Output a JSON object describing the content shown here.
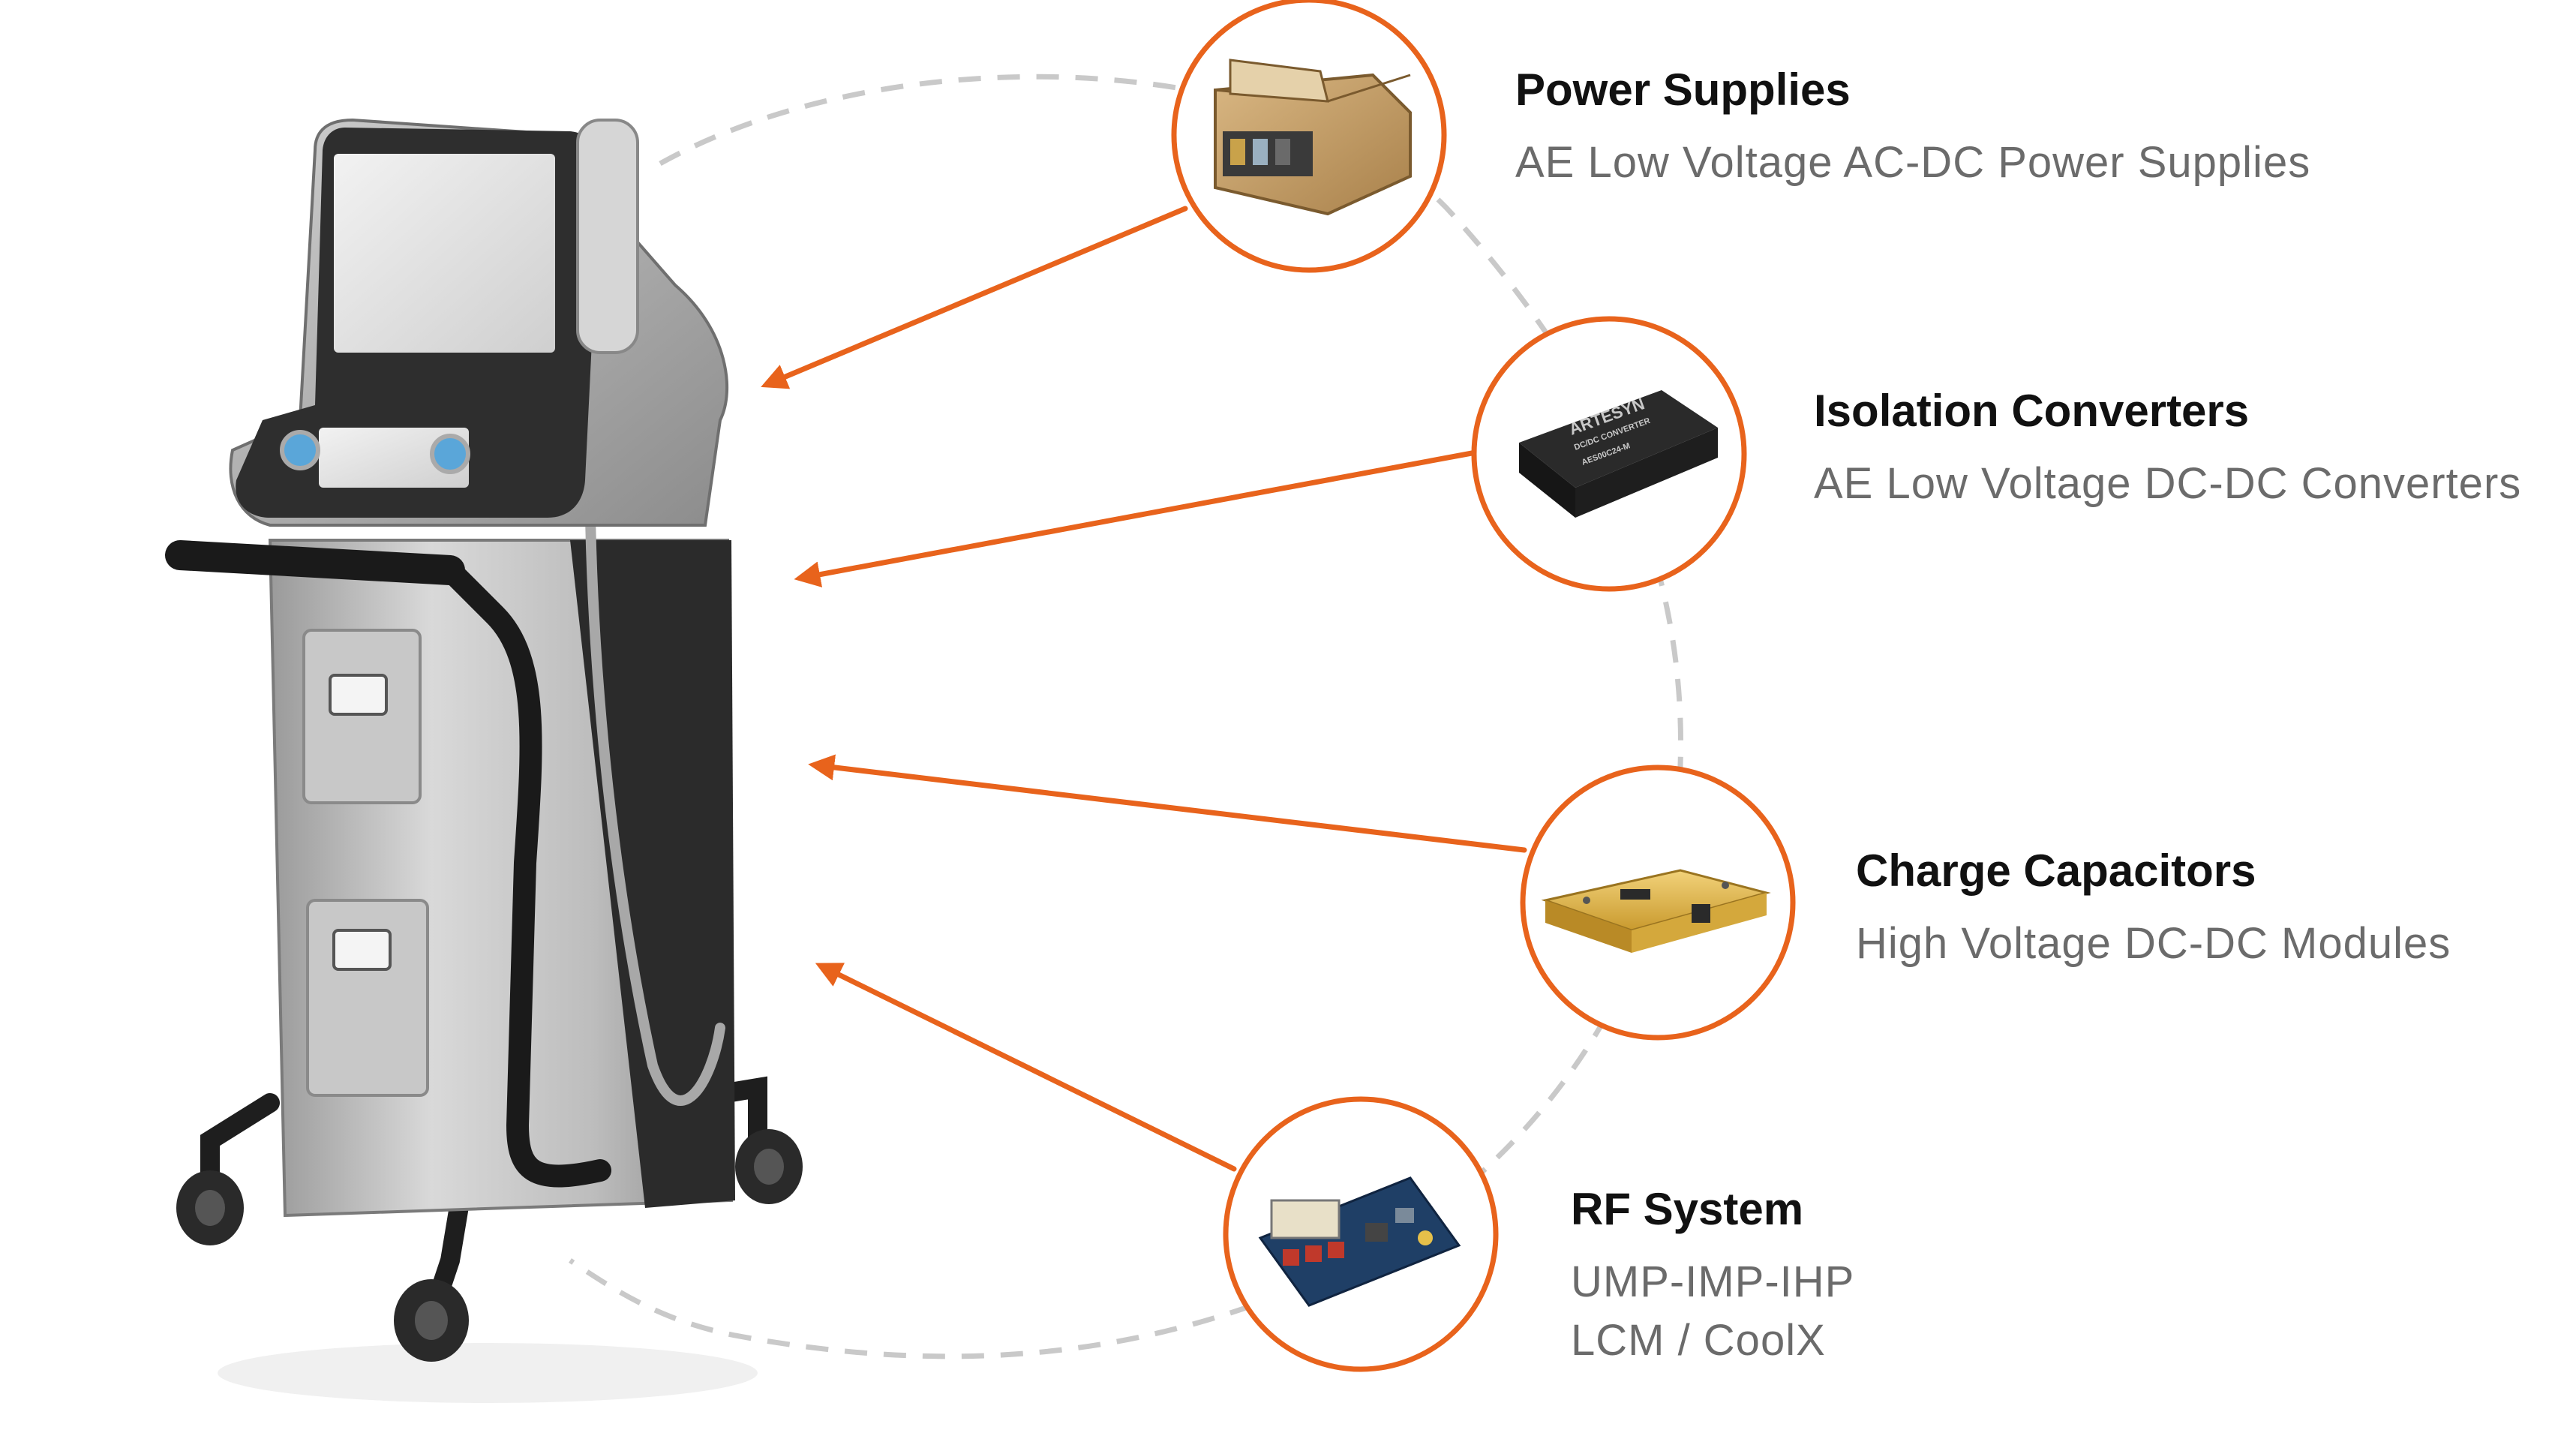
{
  "colors": {
    "accent": "#e8631c",
    "dashed": "#c9c9c9",
    "title": "#111111",
    "subtitle": "#6b6b6b"
  },
  "device": {
    "name": "medical-cart-device"
  },
  "components": [
    {
      "title": "Power Supplies",
      "subtitle_lines": [
        "AE Low Voltage AC-DC Power Supplies"
      ],
      "icon": "power-supply-module"
    },
    {
      "title": "Isolation Converters",
      "subtitle_lines": [
        "AE Low Voltage DC-DC Converters"
      ],
      "icon": "dc-dc-converter-chip",
      "chip_text": [
        "ARTESYN",
        "DC/DC CONVERTER",
        "AES00C24-M"
      ]
    },
    {
      "title": "Charge Capacitors",
      "subtitle_lines": [
        "High Voltage DC-DC Modules"
      ],
      "icon": "hv-dc-dc-module"
    },
    {
      "title": "RF System",
      "subtitle_lines": [
        "UMP-IMP-IHP",
        "LCM / CoolX"
      ],
      "icon": "rf-circuit-board"
    }
  ]
}
